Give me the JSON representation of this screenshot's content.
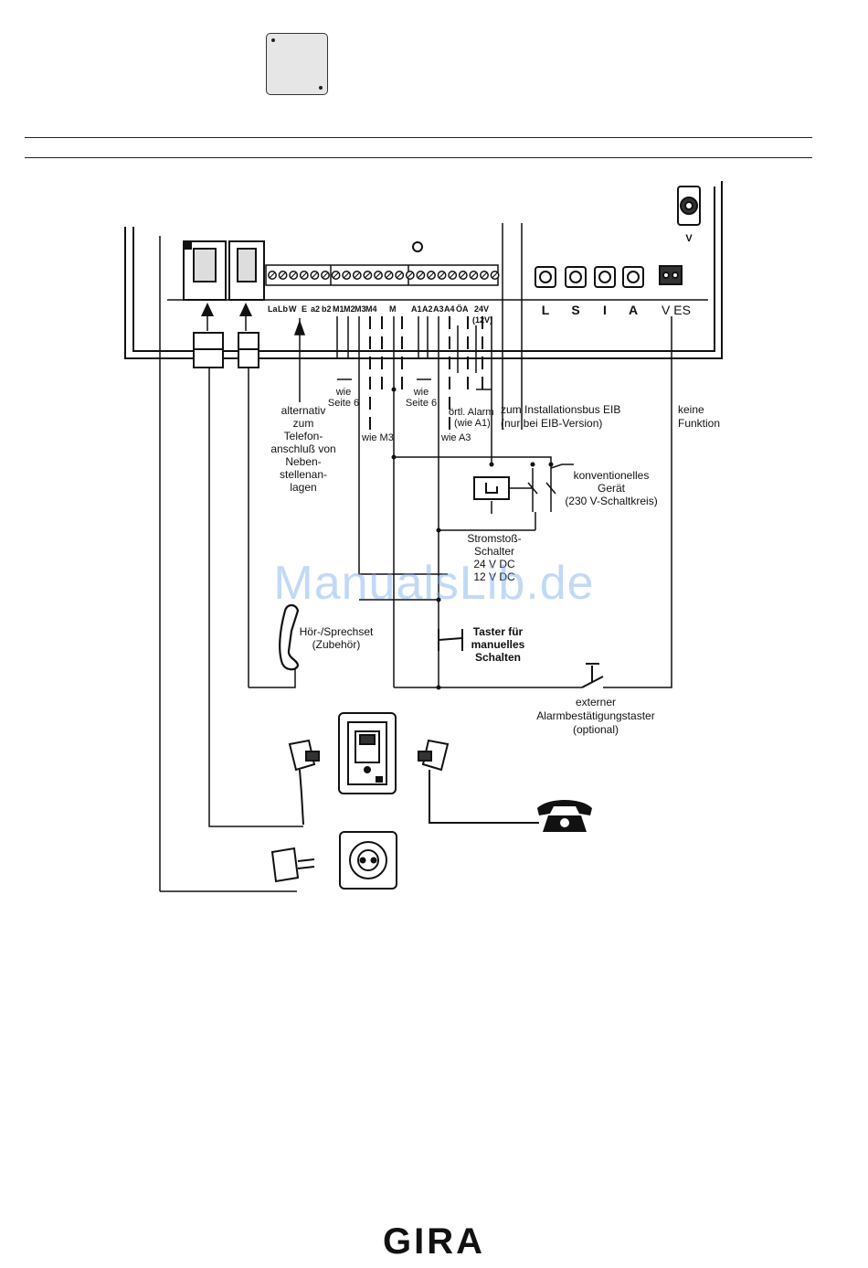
{
  "terminals": {
    "left_group": [
      "La",
      "Lb",
      "W",
      "E",
      "a2",
      "b2"
    ],
    "mid_group": [
      "M1",
      "M2",
      "M3",
      "M4",
      "M"
    ],
    "right_group": [
      "A1",
      "A2",
      "A3",
      "A4",
      "ÖA",
      "24V"
    ],
    "voltage_sub": "(12V)",
    "button_labels": [
      "L",
      "S",
      "I",
      "A"
    ],
    "v_label": "V",
    "ves_label": "V ES",
    "knob_label": "V"
  },
  "labels": {
    "wie_seite6_a": [
      "wie",
      "Seite 6"
    ],
    "wie_seite6_b": [
      "wie",
      "Seite 6"
    ],
    "wie_m3": "wie M3",
    "wie_a3": "wie A3",
    "oertl_alarm": [
      "örtl. Alarm",
      "(wie A1)"
    ],
    "eib_bus": [
      "zum Installationsbus EIB",
      "(nur bei EIB-Version)"
    ],
    "keine_funktion": [
      "keine",
      "Funktion"
    ],
    "telefon_alt": [
      "alternativ",
      "zum",
      "Telefon-",
      "anschluß von",
      "Neben-",
      "stellenan-",
      "lagen"
    ],
    "konventionelles": [
      "konventionelles",
      "Gerät",
      "(230 V-Schaltkreis)"
    ],
    "stromstoss": [
      "Stromstoß-",
      "Schalter",
      "24 V DC",
      "12 V DC"
    ],
    "taster": [
      "Taster für",
      "manuelles",
      "Schalten"
    ],
    "hoer_sprech": [
      "Hör-/Sprechset",
      "(Zubehör)"
    ],
    "externer": [
      "externer",
      "Alarmbestätigungstaster",
      "(optional)"
    ]
  },
  "watermark": "ManualsLib.de",
  "brand": "GIRA"
}
